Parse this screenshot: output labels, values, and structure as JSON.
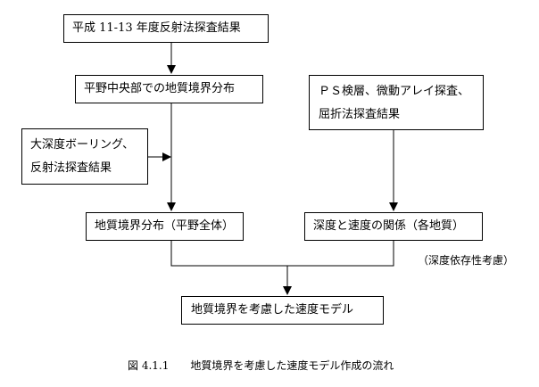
{
  "boxes": {
    "survey_results": "平成 11-13 年度反射法探査結果",
    "central_boundary": "平野中央部での地質境界分布",
    "deep_boring": [
      "大深度ボーリング、",
      "反射法探査結果"
    ],
    "ps_logging": [
      "ＰＳ検層、微動アレイ探査、",
      "屈折法探査結果"
    ],
    "plain_boundary": "地質境界分布（平野全体）",
    "depth_velocity": "深度と速度の関係（各地質）",
    "velocity_model": "地質境界を考慮した速度モデル"
  },
  "note": "（深度依存性考慮）",
  "caption": {
    "number": "図 4.1.1",
    "title": "地質境界を考慮した速度モデル作成の流れ"
  }
}
